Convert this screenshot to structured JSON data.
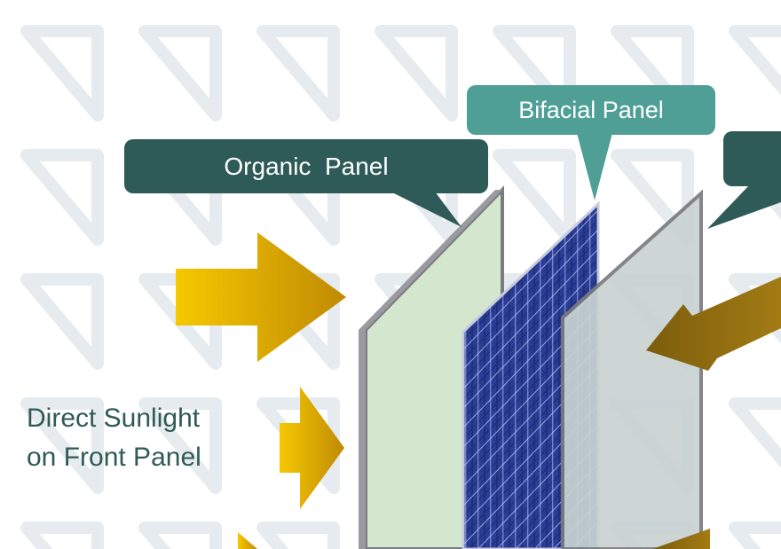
{
  "labels": {
    "organic_panel": "Organic  Panel",
    "bifacial_panel": "Bifacial Panel",
    "direct_sunlight_line1": "Direct Sunlight",
    "direct_sunlight_line2": "on Front Panel"
  },
  "colors": {
    "callout_dark": "#2e5b57",
    "callout_teal": "#4f9f96",
    "organic_glass": "#d3e7cf",
    "rear_glass": "#c9d3d2",
    "frame": "#7a7a80",
    "cell_blue": "#1f2f7a",
    "arrow_gold": "#e5b400",
    "arrow_brown": "#8a6a10",
    "text_dark_teal": "#2f5a55",
    "background_pattern": "#e6ebef"
  },
  "icons": [
    "right-arrow-icon",
    "left-arrow-icon"
  ]
}
